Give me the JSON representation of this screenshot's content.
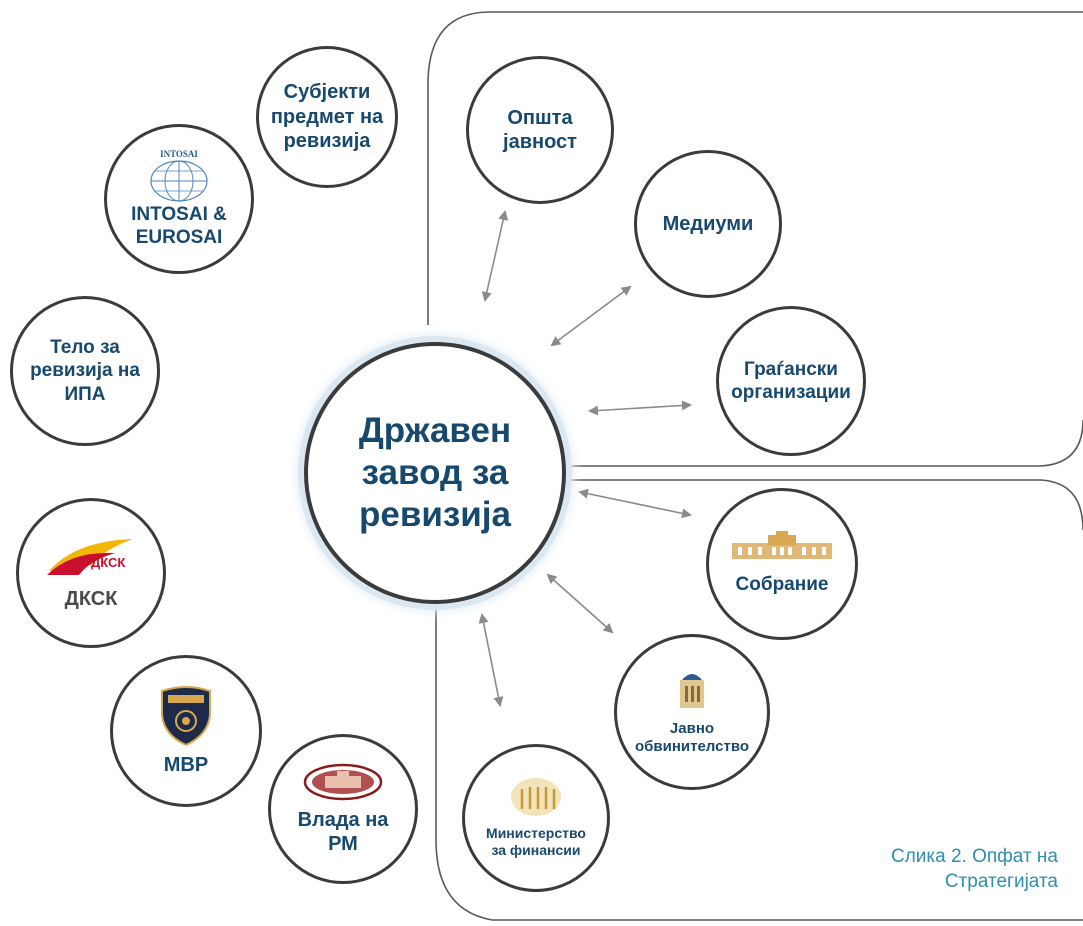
{
  "center": {
    "label": "Државен\nзавод за\nревизија"
  },
  "left_nodes": [
    {
      "id": "subjects",
      "label": "Субјекти\nпредмет на\nревизија"
    },
    {
      "id": "intosai",
      "label": "INTOSAI &\nEUROSAI",
      "logo_text": "INTOSAI"
    },
    {
      "id": "ipa",
      "label": "Тело за\nревизија на\nИПА"
    },
    {
      "id": "dksk",
      "label": "ДКСК",
      "logo_text": "ДКСК"
    },
    {
      "id": "mvr",
      "label": "МВР"
    },
    {
      "id": "vlada",
      "label": "Влада на\nРМ"
    }
  ],
  "public_group": [
    {
      "id": "public",
      "label": "Општа\nјавност"
    },
    {
      "id": "media",
      "label": "Медиуми"
    },
    {
      "id": "civil",
      "label": "Граѓански\nорганизации"
    }
  ],
  "institutions_group": [
    {
      "id": "sobranie",
      "label": "Собрание"
    },
    {
      "id": "prosecution",
      "label": "Јавно\nобвинителство"
    },
    {
      "id": "finance",
      "label": "Министерство\nза финансии"
    }
  ],
  "caption": "Слика 2. Опфат на\nСтратегијата",
  "colors": {
    "text": "#17486e",
    "border": "#3b3b3b",
    "arrow": "#8a8a8a",
    "caption": "#2f8fae",
    "gold": "#d8a850",
    "dksk_red": "#c8102e",
    "dksk_yellow": "#f2b705",
    "mvr_navy": "#1e2a4a",
    "vlada_red": "#8b1a1a"
  }
}
